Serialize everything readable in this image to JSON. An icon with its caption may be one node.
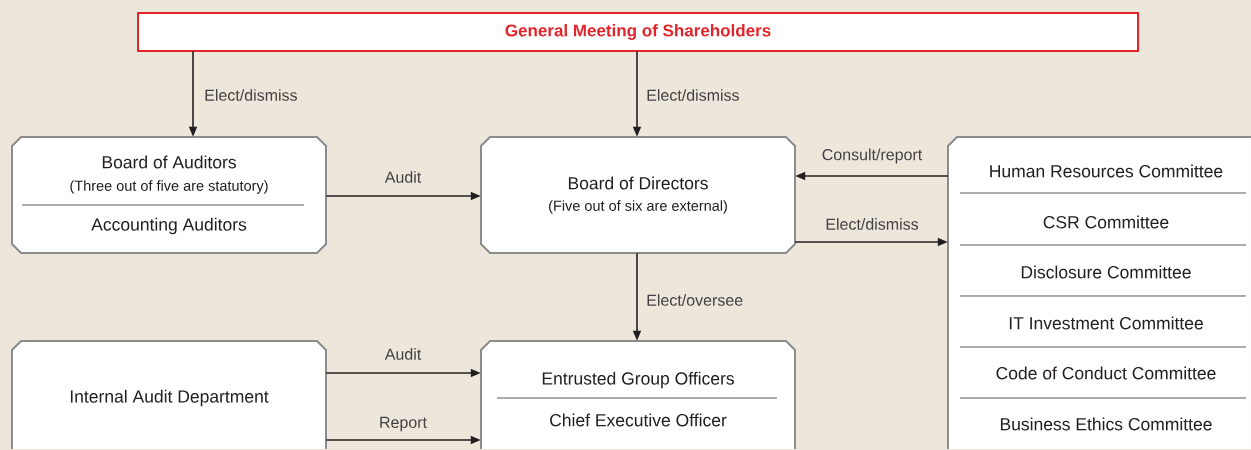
{
  "diagram": {
    "nodes": [
      {
        "text": [
          "General Meeting of Shareholders"
        ]
      },
      {
        "text": [
          "Board of Auditors",
          "(Three out of five are statutory)",
          "Accounting Auditors"
        ]
      },
      {
        "text": [
          "Board of Directors",
          "(Five out of six are external)"
        ]
      },
      {
        "text": [],
        "shape": "box"
      },
      {
        "text": [
          "Human Resources Committee"
        ],
        "in": 3
      },
      {
        "text": [
          "CSR Committee"
        ],
        "in": 3
      },
      {
        "text": [
          "Disclosure Committee"
        ],
        "in": 3
      },
      {
        "text": [
          "IT Investment Committee"
        ],
        "in": 3
      },
      {
        "text": [
          "Code of Conduct Committee"
        ],
        "in": 3
      },
      {
        "text": [
          "Business Ethics Committee"
        ],
        "in": 3
      },
      {
        "text": [
          "Internal Audit Department"
        ]
      },
      {
        "text": [
          "Entrusted Group Officers",
          "Chief Executive Officer"
        ]
      }
    ],
    "edges": [
      {
        "from": 0,
        "to": 1,
        "arrow": "to",
        "label": "Elect/dismiss"
      },
      {
        "from": 0,
        "to": 2,
        "arrow": "to",
        "label": "Elect/dismiss"
      },
      {
        "from": 1,
        "to": 2,
        "arrow": "to",
        "label": "Audit"
      },
      {
        "from": 3,
        "to": 2,
        "arrow": "to",
        "label": "Consult/report"
      },
      {
        "from": 2,
        "to": 3,
        "arrow": "to",
        "label": "Elect/dismiss"
      },
      {
        "from": 2,
        "to": 11,
        "arrow": "to",
        "label": "Elect/oversee"
      },
      {
        "from": 10,
        "to": 11,
        "arrow": "to",
        "label": "Audit"
      },
      {
        "from": 10,
        "to": 11,
        "arrow": "to",
        "label": "Report"
      }
    ]
  }
}
